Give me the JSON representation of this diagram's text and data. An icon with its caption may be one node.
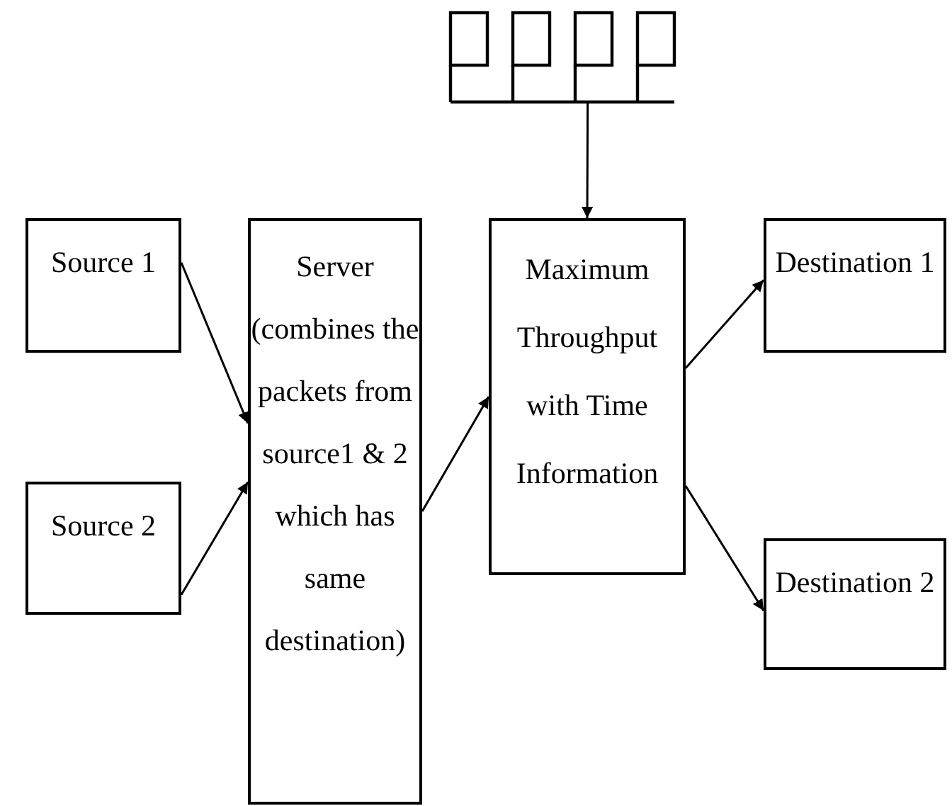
{
  "diagram": {
    "nodes": [
      {
        "text": [],
        "shape": "picture"
      },
      {
        "text": [
          "Source 1"
        ]
      },
      {
        "text": [
          "Source 2"
        ]
      },
      {
        "text": [
          "Server (combines the packets from source1 & 2 which has same destination)"
        ]
      },
      {
        "text": [
          "Maximum Throughput with Time Information"
        ]
      },
      {
        "text": [
          "Destination 1"
        ]
      },
      {
        "text": [
          "Destination 2"
        ]
      }
    ],
    "edges": [
      {
        "from": 1,
        "to": 3,
        "arrow": "to"
      },
      {
        "from": 2,
        "to": 3,
        "arrow": "to"
      },
      {
        "from": 3,
        "to": 4,
        "arrow": "to"
      },
      {
        "from": 0,
        "to": 4,
        "arrow": "to"
      },
      {
        "from": 4,
        "to": 5,
        "arrow": "to"
      },
      {
        "from": 4,
        "to": 6,
        "arrow": "to"
      }
    ]
  }
}
